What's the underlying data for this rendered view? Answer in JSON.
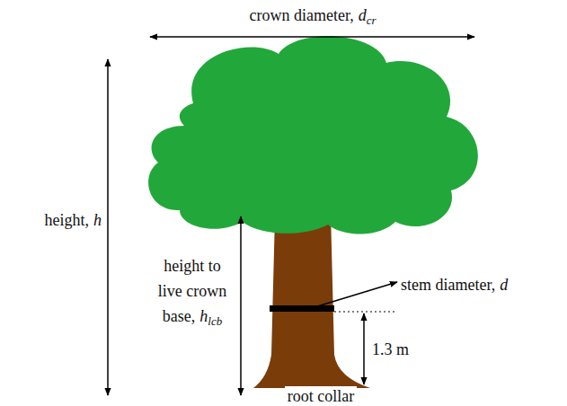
{
  "diagram": {
    "labels": [
      "crown diameter,",
      "d",
      "cr",
      "height,",
      "h",
      "height to live crown base,",
      "h",
      "lcb",
      "stem diameter,",
      "d",
      "1.3 m",
      "root collar"
    ]
  }
}
